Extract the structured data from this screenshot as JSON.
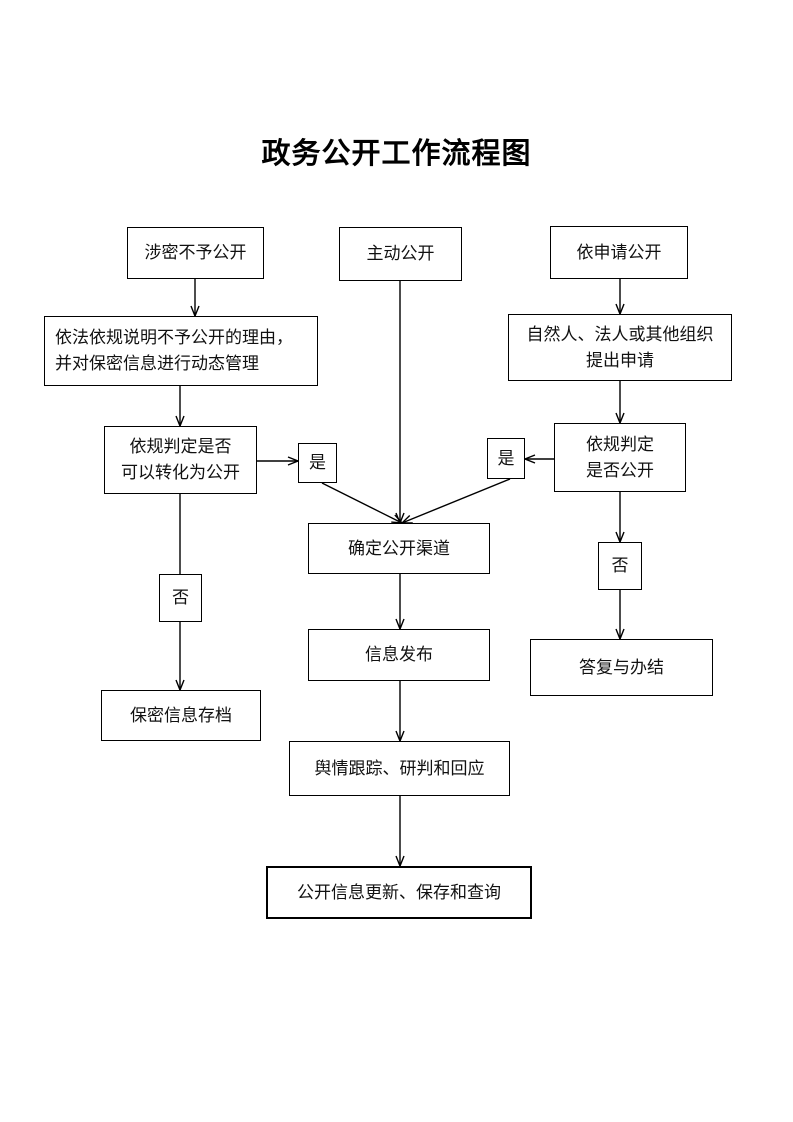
{
  "title": "政务公开工作流程图",
  "nodes": {
    "secret_no_disclose": "涉密不予公开",
    "proactive": "主动公开",
    "on_request": "依申请公开",
    "explain_reason": "依法依规说明不予公开的理由，\n并对保密信息进行动态管理",
    "applicant_submit": "自然人、法人或其他组织\n提出申请",
    "judge_convertible": "依规判定是否\n可以转化为公开",
    "yes_left": "是",
    "yes_right": "是",
    "judge_disclose": "依规判定\n是否公开",
    "determine_channel": "确定公开渠道",
    "no_left": "否",
    "no_right": "否",
    "info_release": "信息发布",
    "reply_close": "答复与办结",
    "archive_secret": "保密信息存档",
    "opinion_tracking": "舆情跟踪、研判和回应",
    "update_store_query": "公开信息更新、保存和查询"
  }
}
